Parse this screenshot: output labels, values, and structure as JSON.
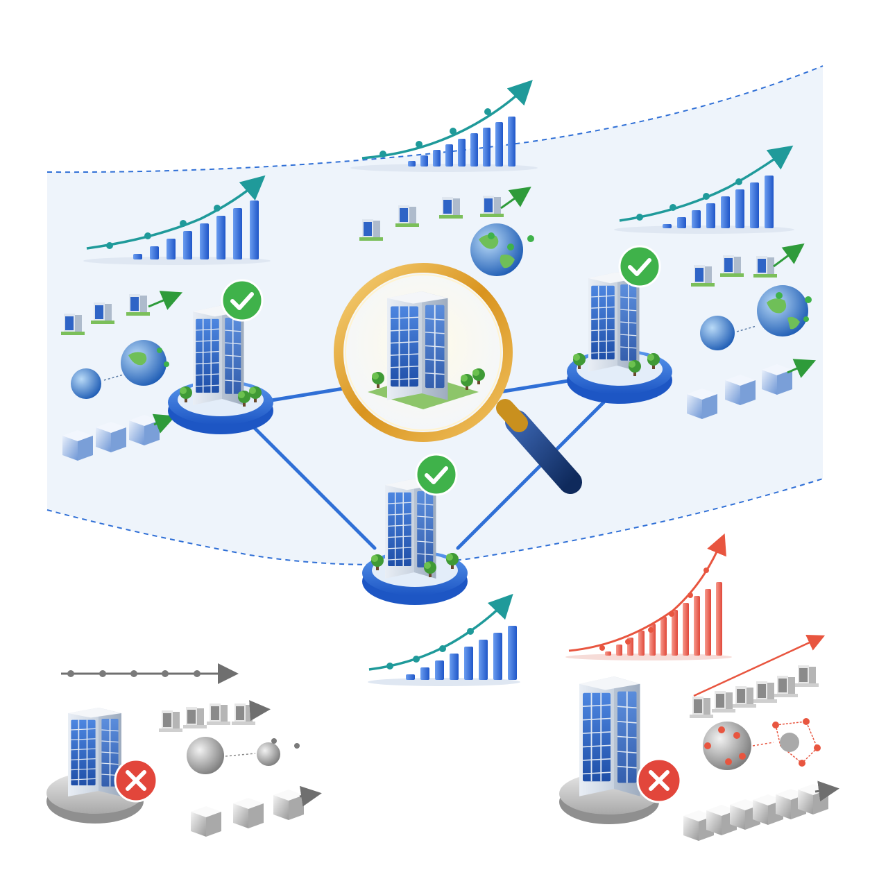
{
  "colors": {
    "background": "#ffffff",
    "highlight_band": "#eef4fb",
    "band_border": "#2f6fd6",
    "link_line": "#2f6fd6",
    "platform_blue": "#2a6bd8",
    "platform_gray": "#c9c9c9",
    "check_green": "#3fb24a",
    "cross_red": "#e2463b",
    "bar_blue": "#2f6fe0",
    "trend_teal": "#1f9a9a",
    "bar_red": "#f0705f",
    "trend_green": "#2e9b3a",
    "trend_gray": "#7a7a7a",
    "magnifier_gold": "#e0a12a",
    "magnifier_handle": "#1d3f7a"
  },
  "hub": {
    "magnifier_icon": "magnifier-icon",
    "building_icon": "office-building-icon"
  },
  "selected_nodes": [
    {
      "name": "node-left",
      "status": "check"
    },
    {
      "name": "node-right",
      "status": "check"
    },
    {
      "name": "node-bottom",
      "status": "check"
    }
  ],
  "rejected_nodes": [
    {
      "name": "node-rejected-left",
      "status": "cross"
    },
    {
      "name": "node-rejected-right",
      "status": "cross"
    }
  ],
  "growth_charts": {
    "top_center": {
      "trend": "up",
      "bars": [
        1,
        2,
        3,
        4,
        5,
        6,
        7,
        8,
        9
      ]
    },
    "top_left": {
      "trend": "up",
      "bars": [
        1,
        2,
        3,
        4,
        5,
        6,
        7,
        8
      ]
    },
    "top_right": {
      "trend": "up",
      "bars": [
        1,
        2,
        3,
        4,
        5,
        6,
        7,
        8
      ]
    },
    "bottom_center": {
      "trend": "up",
      "bars": [
        1,
        2,
        3,
        4,
        5,
        6,
        7,
        8
      ]
    },
    "bottom_right_red": {
      "trend": "up",
      "bars": [
        1,
        2,
        3,
        4,
        5,
        6,
        7,
        8,
        9,
        10,
        11
      ]
    }
  }
}
